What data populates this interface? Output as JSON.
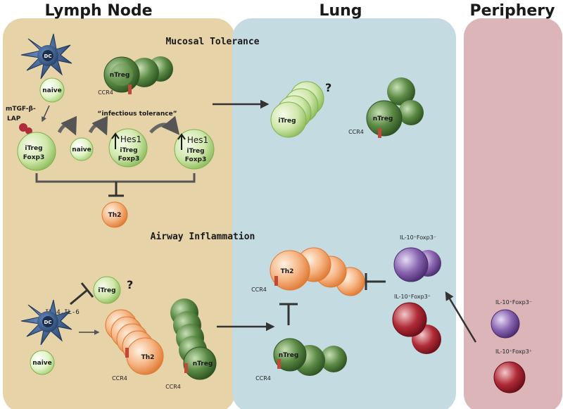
{
  "diagram": {
    "sections": {
      "lymph_node": "Lymph Node",
      "lung": "Lung",
      "periphery": "Periphery"
    },
    "subtitles": {
      "mucosal_tolerance": "Mucosal Tolerance",
      "airway_inflammation": "Airway Inflammation",
      "infectious_tolerance": "“infectious tolerance”"
    },
    "labels": {
      "dc": "DC",
      "naive": "naive",
      "ntreg": "nTreg",
      "itreg": "iTreg",
      "foxp3": "Foxp3",
      "hes1": "Hes1",
      "th2": "Th2",
      "ccr4": "CCR4",
      "mtgf": "mTGF-β-",
      "lap": "LAP",
      "il4_il6": "IL-4,IL-6",
      "question": "?",
      "il10_foxp3_neg": "IL-10⁺Foxp3⁻",
      "il10_foxp3_pos": "IL-10⁺Foxp3⁺"
    },
    "colors": {
      "lymph_node_bg": "#e6d3a8",
      "lung_bg": "#c5dbe2",
      "periphery_bg": "#dcb5b9",
      "naive_cell": "#dff2c4",
      "itreg_cell": "#cde6a8",
      "ntreg_cell": "#4a7a36",
      "th2_cell": "#f3a56c",
      "dc_cell": "#3b5c8a",
      "il10_neg_cell": "#7d5aa5",
      "il10_pos_cell": "#a8222f",
      "ccr4_mark": "#c04a3a",
      "arrow": "#333333"
    }
  }
}
